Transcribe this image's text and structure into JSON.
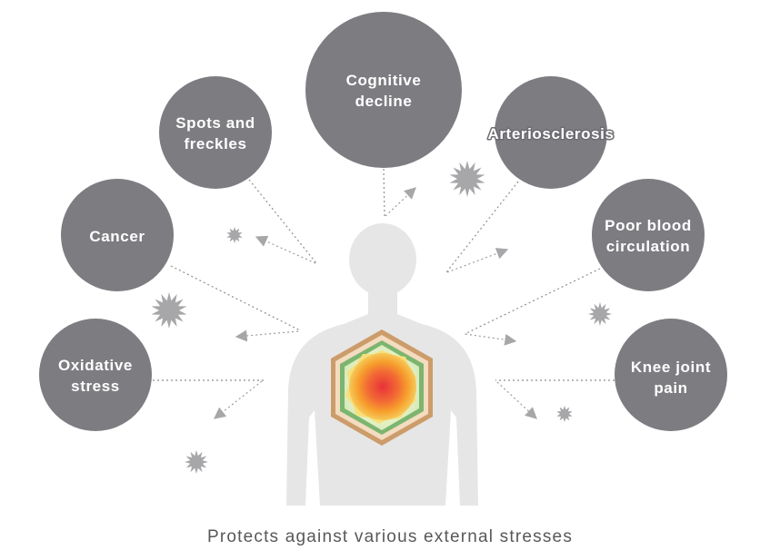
{
  "caption": "Protects against various external stresses",
  "colors": {
    "circle": "#7d7c81",
    "body": "#e6e6e6",
    "burst": "#a7a7aa",
    "hex_outer": "#cc9c6a",
    "hex_green": "#7cb56f",
    "core_red": "#e8323a",
    "core_orange": "#f7a02d",
    "core_yellow": "#f6e07a"
  },
  "nodes": {
    "cognitive": {
      "line1": "Cognitive",
      "line2": "decline"
    },
    "spots": {
      "line1": "Spots and",
      "line2": "freckles"
    },
    "arterio": {
      "line1": "Arteriosclerosis"
    },
    "cancer": {
      "line1": "Cancer"
    },
    "poor_blood": {
      "line1": "Poor blood",
      "line2": "circulation"
    },
    "oxidative": {
      "line1": "Oxidative",
      "line2": "stress"
    },
    "knee": {
      "line1": "Knee joint",
      "line2": "pain"
    }
  },
  "icons": [
    "stress-burst-icon",
    "defense-arrow-icon",
    "body-silhouette-icon",
    "shield-hexagon-icon"
  ]
}
